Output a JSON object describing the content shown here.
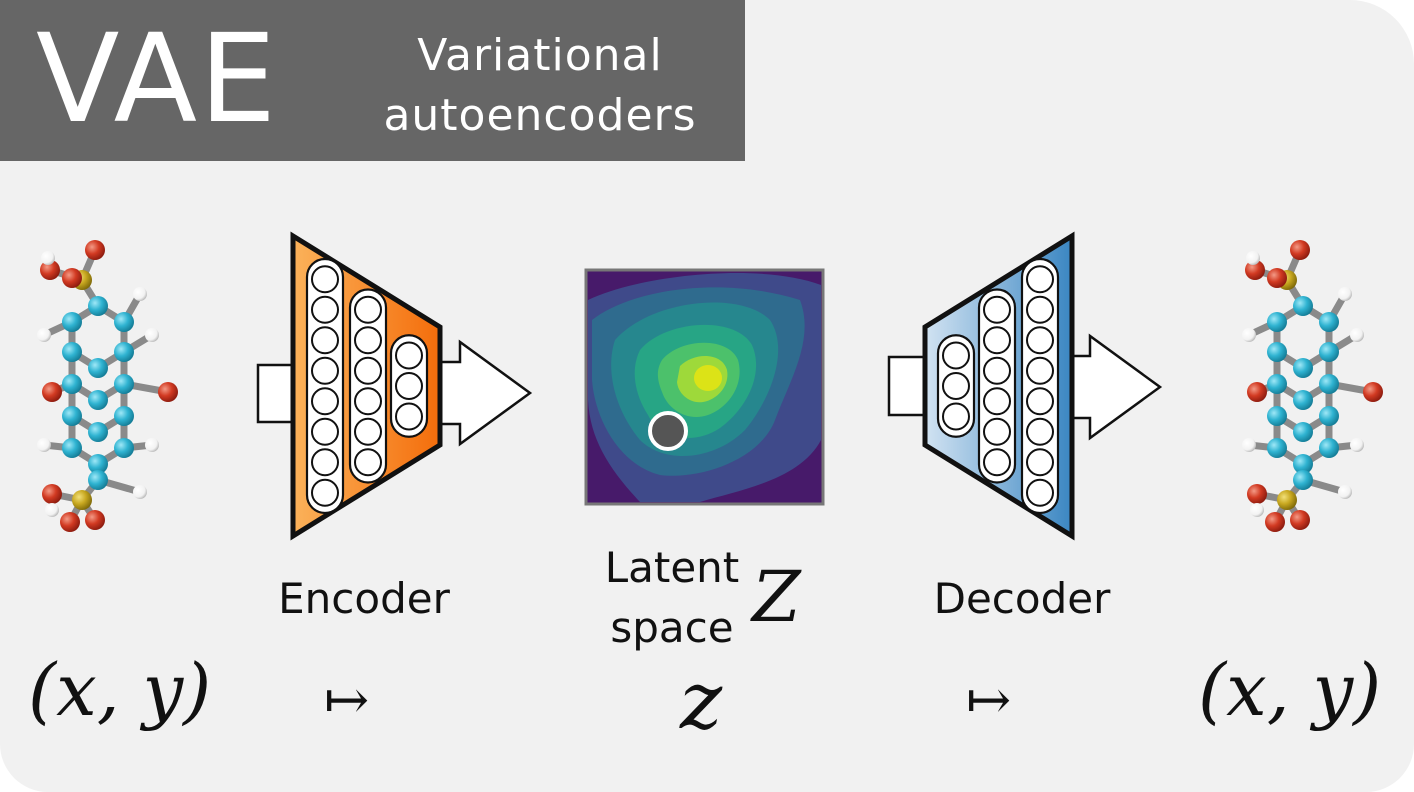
{
  "header": {
    "abbr": "VAE",
    "subtitle_line1": "Variational",
    "subtitle_line2": "autoencoders"
  },
  "labels": {
    "encoder": "Encoder",
    "decoder": "Decoder",
    "latent_line1": "Latent",
    "latent_line2": "space",
    "latent_symbol": "Z"
  },
  "math": {
    "input": "(x, y)",
    "map_left": "↦",
    "latent_point": "z",
    "map_right": "↦",
    "output": "(x, y)"
  },
  "colors": {
    "header_bg": "#666666",
    "card_bg": "#f1f1f1",
    "encoder_light": "#fbb25a",
    "encoder_dark": "#f46d0b",
    "decoder_light": "#c8dcef",
    "decoder_dark": "#3c88c4",
    "atom_carbon": "#2fb3d1",
    "atom_oxygen": "#d23a22",
    "atom_sulfur": "#c8a820",
    "atom_hydrogen": "#ffffff",
    "latent_point": "#555555"
  },
  "encoder_layers": [
    8,
    6,
    3
  ],
  "decoder_layers": [
    3,
    6,
    8
  ]
}
